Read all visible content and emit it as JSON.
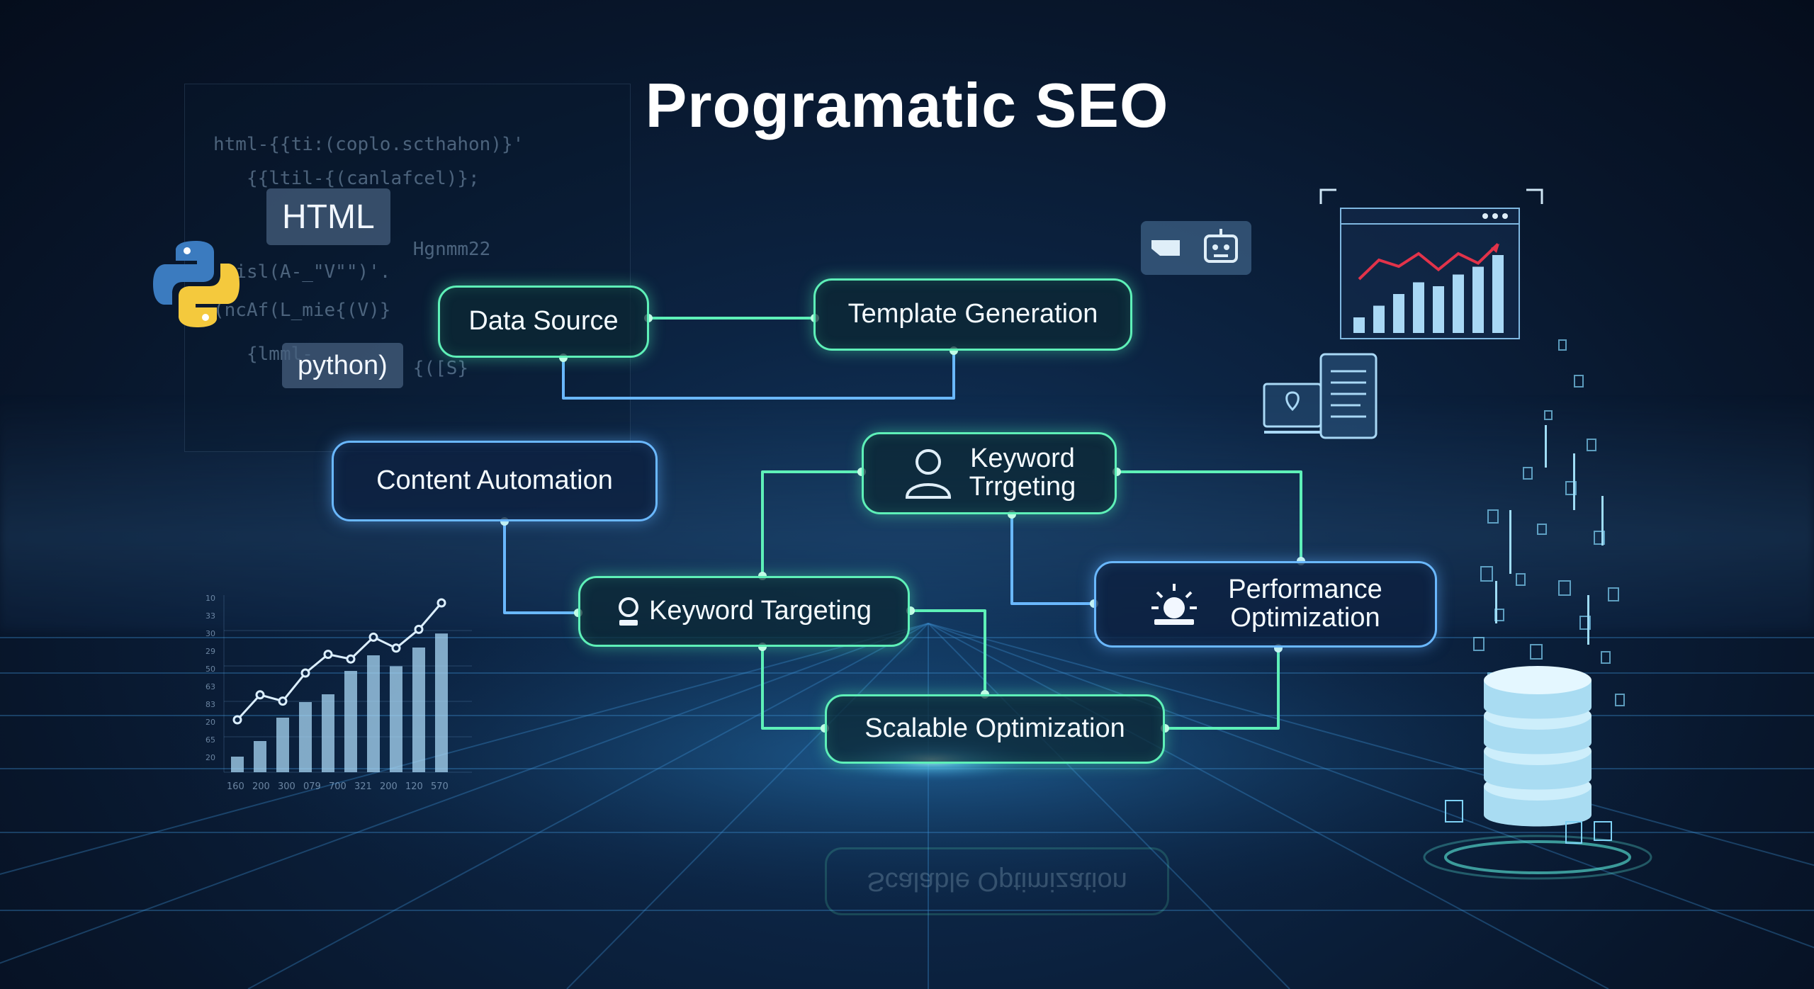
{
  "title": "Programatic SEO",
  "code_tags": {
    "html": "HTML",
    "python": "python)"
  },
  "code_lines": [
    "html-{{ti:(coplo.scthahon)}'",
    "   {{ltil-{(canlafcel)};",
    "                  Hgnmm22",
    " sisl(A-_\"V\"\")'.",
    "(ncAf(L_mie{(V)}",
    "   {lmml-",
    "                  {([S}"
  ],
  "nodes": {
    "data_source": "Data Source",
    "template_generation": "Template Generation",
    "content_automation": "Content Automation",
    "keyword_trgeting_line1": "Keyword",
    "keyword_trgeting_line2": "Trrgeting",
    "keyword_targeting": "Keyword Targeting",
    "performance_line1": "Performance",
    "performance_line2": "Optimization",
    "scalable_optimization": "Scalable Optimization"
  },
  "reflection": "Scalable Optimization",
  "colors": {
    "green": "#5ef0b8",
    "blue": "#6ab8ff",
    "bar": "#a9d8f5",
    "trend": "#e2334a"
  },
  "mini_chart_left": {
    "bars": [
      1,
      2,
      3.5,
      4.5,
      5,
      6.5,
      7.5,
      6.8,
      8,
      8.9
    ],
    "line": [
      2,
      3.6,
      3.2,
      5,
      6.2,
      5.9,
      7.3,
      6.6,
      7.8,
      9.5
    ],
    "y_ticks": [
      "10",
      "33",
      "30",
      "29",
      "50",
      "63",
      "83",
      "20",
      "65",
      "20"
    ],
    "x_ticks": [
      "160",
      "200",
      "300",
      "079",
      "700",
      "321",
      "200",
      "120",
      "570"
    ]
  },
  "mini_chart_right": {
    "bars": [
      2,
      3.5,
      5,
      6.5,
      6,
      7.5,
      8.5,
      10
    ],
    "line": [
      4,
      7,
      6,
      8,
      5.5,
      8,
      6.5,
      9.5
    ]
  }
}
